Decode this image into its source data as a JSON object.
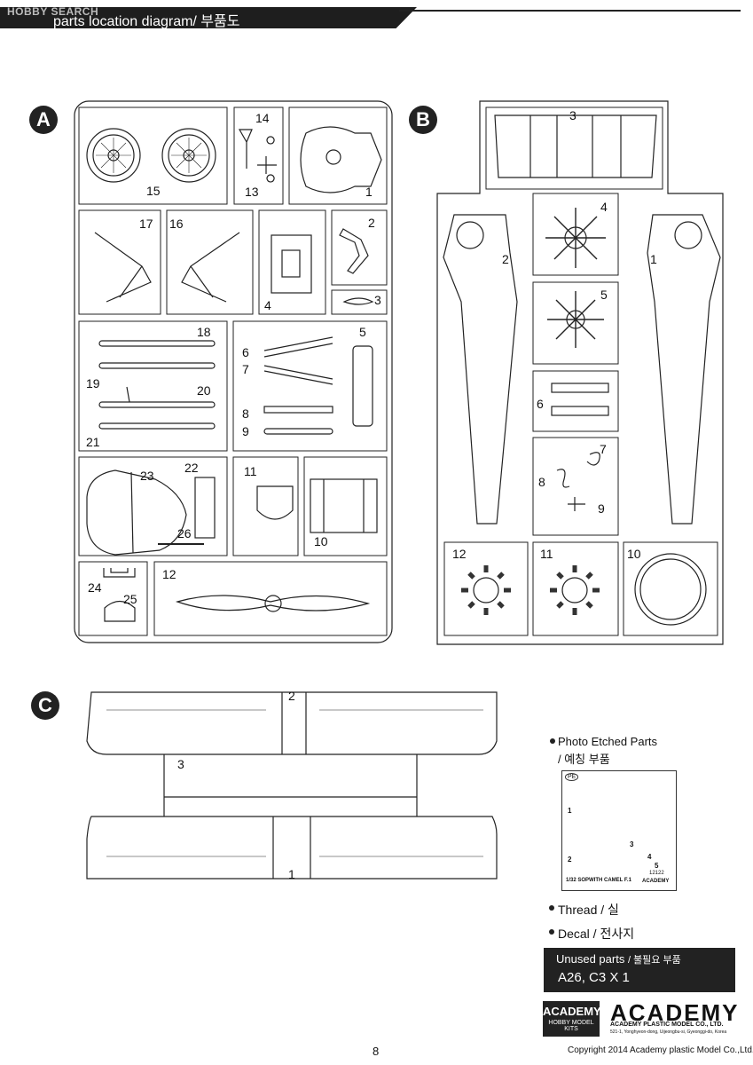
{
  "header": {
    "watermark": "HOBBY SEARCH",
    "title": "parts location diagram/ 부품도"
  },
  "sections": {
    "a": "A",
    "b": "B",
    "c": "C"
  },
  "sprue_a": {
    "numbers": [
      "15",
      "14",
      "13",
      "1",
      "17",
      "16",
      "2",
      "4",
      "3",
      "18",
      "19",
      "20",
      "21",
      "6",
      "7",
      "8",
      "9",
      "5",
      "23",
      "22",
      "26",
      "11",
      "10",
      "24",
      "25",
      "12"
    ]
  },
  "sprue_b": {
    "numbers": [
      "3",
      "2",
      "4",
      "1",
      "5",
      "6",
      "7",
      "8",
      "9",
      "12",
      "11",
      "10"
    ]
  },
  "sprue_c": {
    "numbers": [
      "2",
      "3",
      "1"
    ]
  },
  "legend": {
    "photo_etched": "Photo Etched Parts",
    "photo_etched_ko": "/ 예칭 부품",
    "pe_label": "PE",
    "pe_model": "1/32 SOPWITH CAMEL F.1",
    "pe_code": "12122",
    "pe_brand": "ACADEMY",
    "pe_numbers": [
      "1",
      "2",
      "3",
      "4",
      "5"
    ],
    "thread": "Thread / 실",
    "decal": "Decal / 전사지"
  },
  "unused": {
    "title": "Unused parts",
    "title_ko": "/ 불필요 부품",
    "parts": "A26, C3 X 1"
  },
  "brand": {
    "badge_name": "ACADEMY",
    "badge_sub": "HOBBY MODEL KITS",
    "logo": "ACADEMY",
    "company": "ACADEMY PLASTIC MODEL CO., LTD.",
    "address": "521-1, Yonghyeon-dong, Uijeongbu-si, Gyeonggi-do, Korea"
  },
  "footer": {
    "page": "8",
    "copyright": "Copyright 2014 Academy plastic Model Co.,Ltd."
  }
}
